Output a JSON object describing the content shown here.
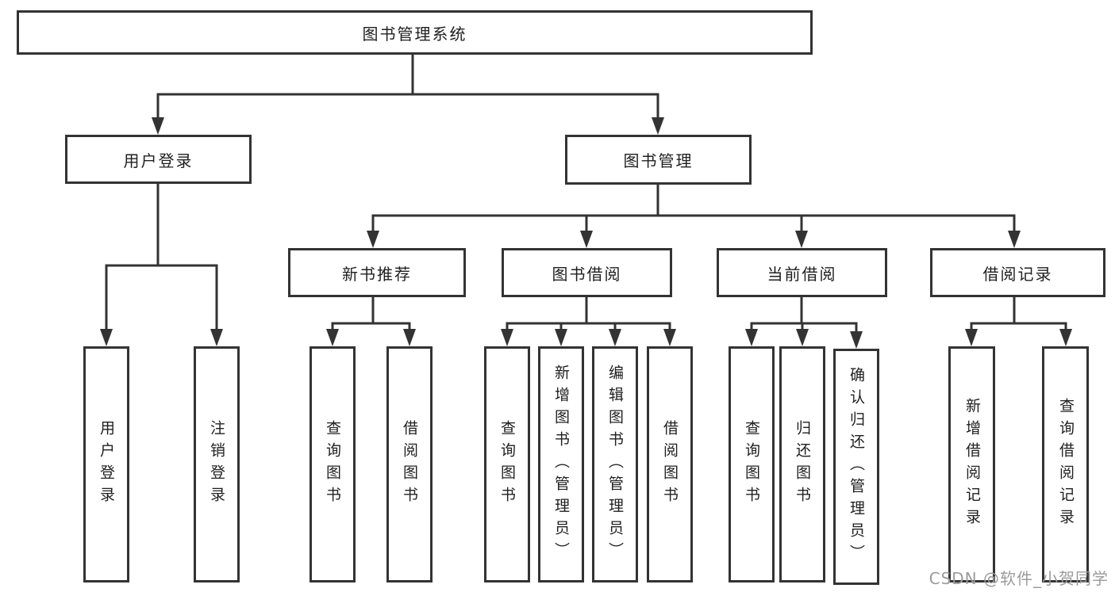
{
  "colors": {
    "line": "#333333",
    "box_border": "#333333",
    "text": "#1f1f1f",
    "watermark": "#9b9b9b",
    "background": "#ffffff"
  },
  "watermark": "CSDN @软件_小贺同学",
  "tree": {
    "root": "图书管理系统",
    "branches": [
      {
        "label": "用户登录",
        "children": [
          {
            "label": "用户登录"
          },
          {
            "label": "注销登录"
          }
        ]
      },
      {
        "label": "图书管理",
        "children": [
          {
            "label": "新书推荐",
            "children": [
              {
                "label": "查询图书"
              },
              {
                "label": "借阅图书"
              }
            ]
          },
          {
            "label": "图书借阅",
            "children": [
              {
                "label": "查询图书"
              },
              {
                "label": "新增图书（管理员）"
              },
              {
                "label": "编辑图书（管理员）"
              },
              {
                "label": "借阅图书"
              }
            ]
          },
          {
            "label": "当前借阅",
            "children": [
              {
                "label": "查询图书"
              },
              {
                "label": "归还图书"
              },
              {
                "label": "确认归还（管理员）"
              }
            ]
          },
          {
            "label": "借阅记录",
            "children": [
              {
                "label": "新增借阅记录"
              },
              {
                "label": "查询借阅记录"
              }
            ]
          }
        ]
      }
    ]
  }
}
